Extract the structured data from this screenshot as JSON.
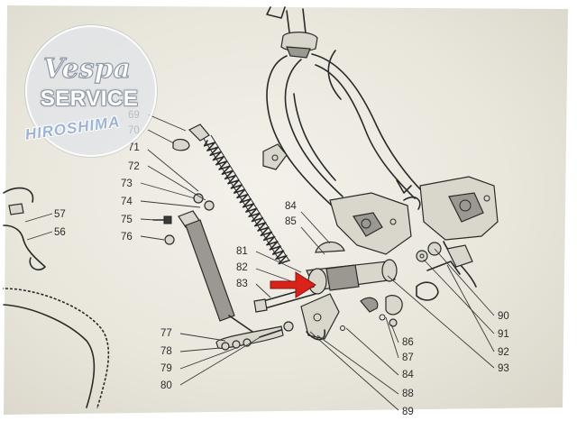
{
  "logo": {
    "brand": "Vespa",
    "service": "SERVICE",
    "city": "HIROSHIMA"
  },
  "colors": {
    "arrow": "#d8221a",
    "ink": "#2a2a2a",
    "paper": "#ece9e0",
    "logo_badge": "#e1e4e8",
    "logo_city": "#9db3d6"
  },
  "labels": [
    {
      "id": "69",
      "text": "69"
    },
    {
      "id": "70",
      "text": "70"
    },
    {
      "id": "71",
      "text": "71"
    },
    {
      "id": "72",
      "text": "72"
    },
    {
      "id": "73",
      "text": "73"
    },
    {
      "id": "74",
      "text": "74"
    },
    {
      "id": "75",
      "text": "75"
    },
    {
      "id": "76",
      "text": "76"
    },
    {
      "id": "57",
      "text": "57"
    },
    {
      "id": "56",
      "text": "56"
    },
    {
      "id": "84a",
      "text": "84"
    },
    {
      "id": "85",
      "text": "85"
    },
    {
      "id": "81",
      "text": "81"
    },
    {
      "id": "82",
      "text": "82"
    },
    {
      "id": "83",
      "text": "83"
    },
    {
      "id": "77",
      "text": "77"
    },
    {
      "id": "78",
      "text": "78"
    },
    {
      "id": "79",
      "text": "79"
    },
    {
      "id": "80",
      "text": "80"
    },
    {
      "id": "86",
      "text": "86"
    },
    {
      "id": "87",
      "text": "87"
    },
    {
      "id": "84b",
      "text": "84"
    },
    {
      "id": "88",
      "text": "88"
    },
    {
      "id": "89",
      "text": "89"
    },
    {
      "id": "90",
      "text": "90"
    },
    {
      "id": "91",
      "text": "91"
    },
    {
      "id": "92",
      "text": "92"
    },
    {
      "id": "93",
      "text": "93"
    }
  ],
  "icons": {
    "arrow": "red-arrow-icon",
    "logo": "vespa-logo-icon"
  }
}
